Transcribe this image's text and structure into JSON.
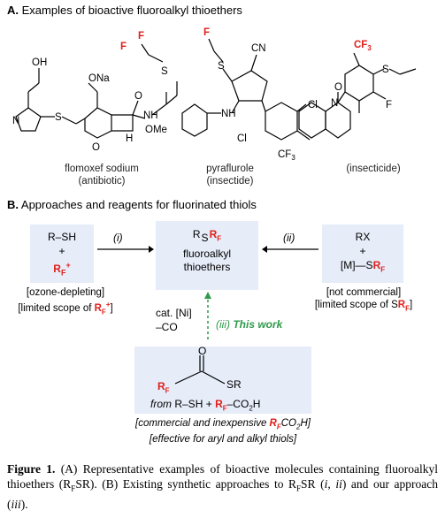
{
  "sectionA": {
    "letter": "A.",
    "title": "Examples of bioactive fluoroalkyl thioethers"
  },
  "molecules": [
    {
      "name": "flomoxef sodium",
      "type": "(antibiotic)"
    },
    {
      "name": "pyraflurole",
      "type": "(insectide)"
    },
    {
      "name": "",
      "type": "(insecticide)"
    }
  ],
  "sectionB": {
    "letter": "B.",
    "title": "Approaches and reagents for fluorinated thiols"
  },
  "left_box": {
    "line1": "R–SH",
    "plus": "+",
    "reagent": "R",
    "reagent_sub": "F",
    "reagent_sup": "+"
  },
  "left_notes": {
    "line1": "[ozone-depleting]",
    "line2": "[limited scope of ",
    "reagent": "R",
    "sub": "F",
    "sup": "+",
    "close": "]"
  },
  "center_box": {
    "r": "R",
    "s": "S",
    "rf": "R",
    "rf_sub": "F",
    "line1": "fluoroalkyl",
    "line2": "thioethers"
  },
  "right_box": {
    "line1": "RX",
    "plus": "+",
    "m": "[M]",
    "s": "S",
    "rf": "R",
    "rf_sub": "F"
  },
  "right_notes": {
    "line1": "[not commercial]",
    "line2": "[limited scope of S",
    "reagent": "R",
    "sub": "F",
    "close": "]"
  },
  "arrows": {
    "i": "(i)",
    "ii": "(ii)",
    "iii": "(iii)",
    "this_work": "This work"
  },
  "conditions": {
    "cat": "cat. [Ni]",
    "co": "–CO"
  },
  "bottom_box": {
    "rf": "R",
    "rf_sub": "F",
    "sr": "SR",
    "o": "O",
    "from": "from",
    "rsh": "R–SH",
    "plus": "+",
    "co2h": "–CO",
    "co2h_sub": "2",
    "h": "H"
  },
  "bottom_notes": {
    "line1a": "[commercial and inexpensive ",
    "line1_rf": "R",
    "line1_sub": "F",
    "line1b": "CO",
    "line1_sub2": "2",
    "line1c": "H]",
    "line2": "[effective for aryl and alkyl thiols]"
  },
  "figure_caption": {
    "label": "Figure 1.",
    "text": "(A) Representative examples of bioactive molecules containing fluoroalkyl thioethers (R",
    "sub1": "F",
    "text2": "SR). (B) Existing synthetic approaches to R",
    "sub2": "F",
    "text3": "SR (",
    "i": "i",
    "comma": ", ",
    "ii": "ii",
    "text4": ") and our approach (",
    "iii": "iii",
    "text5": ")."
  },
  "atom_labels": {
    "oh": "OH",
    "n": "N",
    "s": "S",
    "oona": "ONa",
    "o": "O",
    "nh": "NH",
    "h": "H",
    "ome": "OMe",
    "f": "F",
    "cn": "CN",
    "cl": "Cl",
    "cf3": "CF",
    "cf3_sub": "3",
    "cf3s": "CF",
    "cf3s_sub": "3",
    "ho": "H"
  },
  "colors": {
    "accent_red": "#e0201b",
    "box_blue": "#e6ecf8",
    "green": "#2e9a4a"
  }
}
